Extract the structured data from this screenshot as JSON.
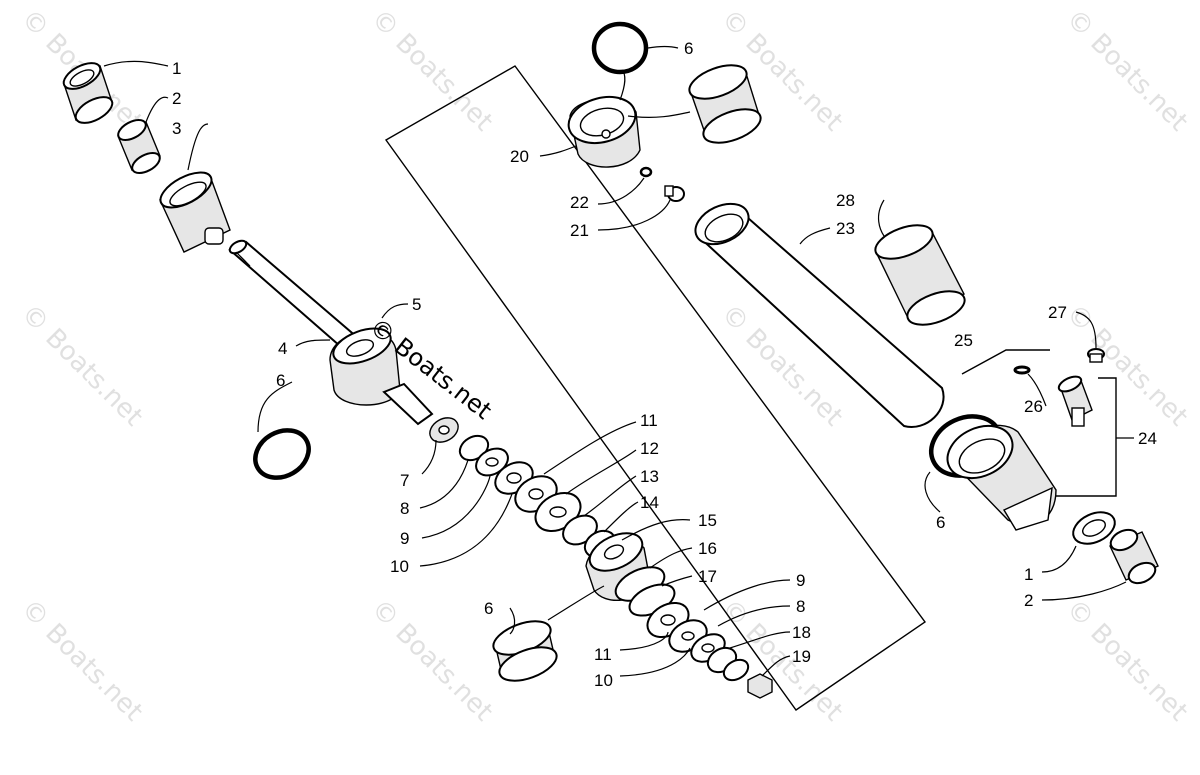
{
  "watermark": "© Boats.net",
  "center_watermark": "© Boats.net",
  "callouts": {
    "c1a": "1",
    "c2a": "2",
    "c3": "3",
    "c4": "4",
    "c5": "5",
    "c6a": "6",
    "c7": "7",
    "c8a": "8",
    "c9a": "9",
    "c10a": "10",
    "c11a": "11",
    "c12": "12",
    "c13": "13",
    "c14": "14",
    "c15": "15",
    "c16": "16",
    "c17": "17",
    "c9b": "9",
    "c8b": "8",
    "c18": "18",
    "c19": "19",
    "c11b": "11",
    "c10b": "10",
    "c6b": "6",
    "c6c": "6",
    "c20": "20",
    "c22": "22",
    "c21": "21",
    "c28": "28",
    "c23": "23",
    "c27": "27",
    "c25": "25",
    "c26": "26",
    "c24": "24",
    "c6d": "6",
    "c1b": "1",
    "c2b": "2"
  }
}
